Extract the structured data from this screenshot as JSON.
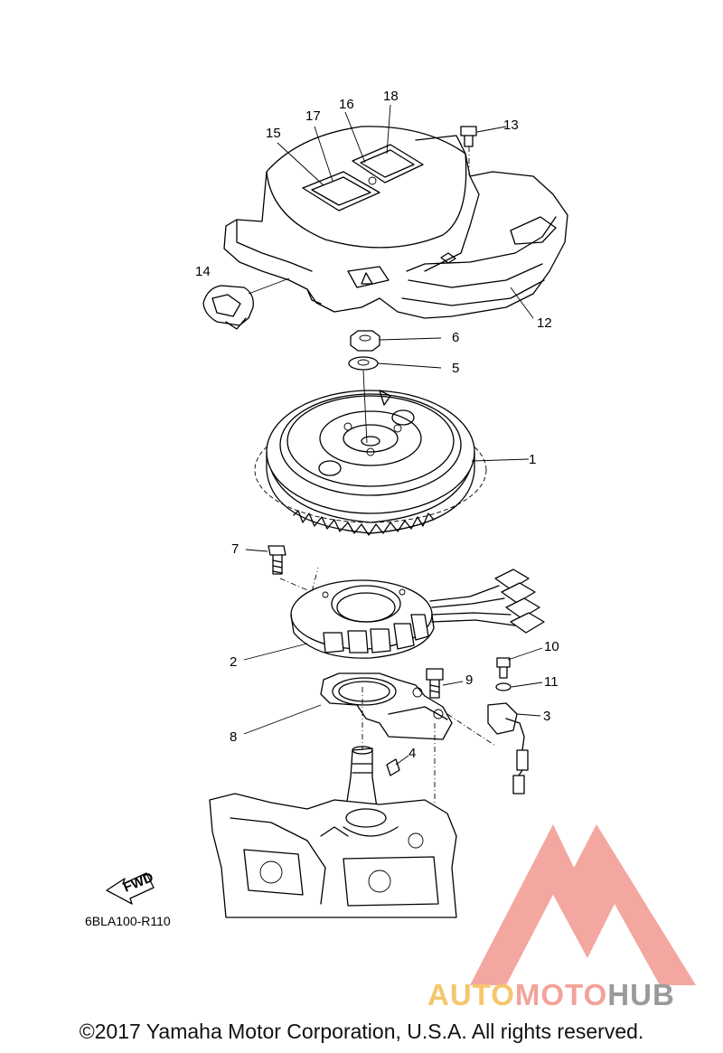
{
  "diagram": {
    "callouts": [
      "1",
      "2",
      "3",
      "4",
      "5",
      "6",
      "7",
      "8",
      "9",
      "10",
      "11",
      "12",
      "13",
      "14",
      "15",
      "16",
      "17",
      "18"
    ],
    "fwd_label": "FWD",
    "drawing_code": "6BLA100-R110"
  },
  "watermark": {
    "part1": "AUTO",
    "part2": "MOTO",
    "part3": "HUB",
    "colors": {
      "auto": "#f5c66b",
      "moto": "#f2a39b",
      "hub": "#9a9a9a",
      "logo": "#f08a80"
    }
  },
  "footer": {
    "copyright": "©2017 Yamaha Motor Corporation, U.S.A. All rights reserved."
  }
}
